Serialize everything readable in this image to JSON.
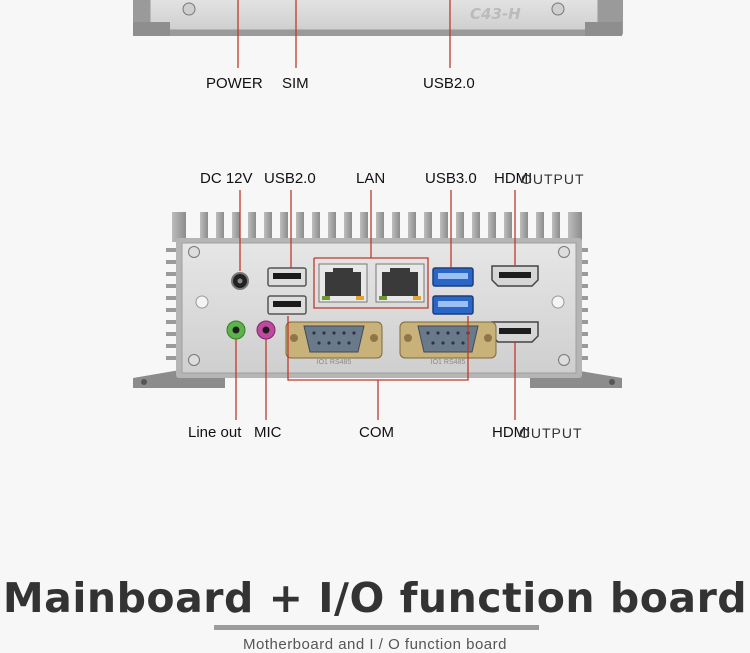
{
  "top_view": {
    "model_text": "C43-H",
    "labels": {
      "power": "POWER",
      "sim": "SIM",
      "usb": "USB2.0"
    }
  },
  "rear_view": {
    "labels": {
      "dc": "DC 12V",
      "usb2": "USB2.0",
      "lan": "LAN",
      "usb3": "USB3.0",
      "hdmi_top_a": "HDMI",
      "hdmi_top_b": "OUTPUT",
      "lineout": "Line out",
      "mic": "MIC",
      "com": "COM",
      "hdmi_bot_a": "HDMI",
      "hdmi_bot_b": "OUTPUT"
    },
    "port_print": {
      "com1": "IO1 RS485",
      "com2": "IO1 RS485"
    }
  },
  "heading": {
    "title": "Mainboard + I/O function board",
    "subtitle": "Motherboard and I / O function board"
  },
  "colors": {
    "callout": "#c0392b",
    "usb3_blue": "#2a66c8",
    "lineout_green": "#5bb34a",
    "mic_pink": "#c0489e"
  }
}
